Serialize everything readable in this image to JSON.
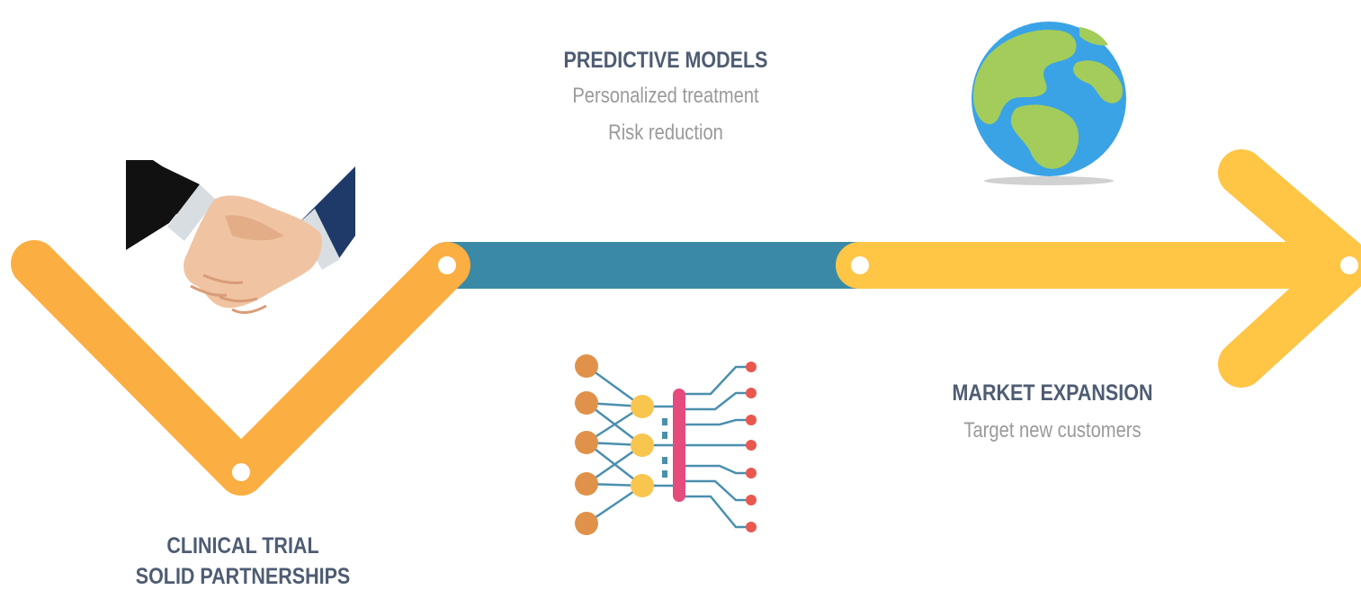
{
  "milestones": [
    {
      "title": "PREDICTIVE MODELS",
      "lines": [
        "Personalized treatment",
        "Risk reduction"
      ]
    },
    {
      "title": "MARKET EXPANSION",
      "lines": [
        "Target new customers"
      ]
    },
    {
      "title_lines": [
        "CLINICAL TRIAL",
        "SOLID PARTNERSHIPS"
      ]
    }
  ],
  "icons": [
    "handshake-icon",
    "globe-icon",
    "neural-network-icon"
  ],
  "colors": {
    "orange": "#FBAE41",
    "yellow": "#FFC545",
    "teal": "#3A8AA7",
    "heading": "#4E5C73",
    "subtext": "#9A9A9A"
  }
}
